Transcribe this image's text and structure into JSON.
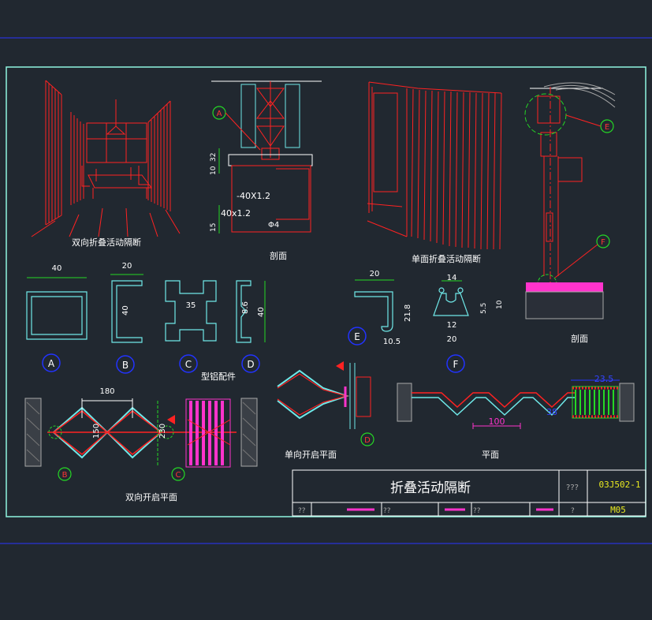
{
  "captions": {
    "double_fold": "双向折叠活动隔断",
    "section_top": "剖面",
    "single_face": "单面折叠活动隔断",
    "section_right": "剖面",
    "profiles": "型铝配件",
    "double_open_plan": "双向开启平面",
    "single_open_plan": "单向开启平面",
    "plan": "平面"
  },
  "markers": {
    "A": "A",
    "B": "B",
    "C": "C",
    "D": "D",
    "E": "E",
    "F": "F"
  },
  "dims": {
    "d40a": "40",
    "d20b": "20",
    "d40b": "40",
    "d35": "35",
    "d86": "8.6",
    "d40d": "40",
    "d20e": "20",
    "d218": "21.8",
    "d105": "10.5",
    "d14": "14",
    "d55": "5.5",
    "d10": "10",
    "d12": "12",
    "d20f": "20",
    "d180": "180",
    "d150": "150",
    "d230": "230",
    "d32": "32",
    "d10s": "10",
    "d15": "15",
    "m40x12a": "-40X1.2",
    "m40x12b": "40x1.2",
    "m4": "Φ4",
    "d100": "100",
    "d235": "23.5",
    "d38": "38"
  },
  "title_block": {
    "title": "折叠活动隔断",
    "atlas_label": "???",
    "atlas_no": "03J502-1",
    "q1": "??",
    "q2": "??",
    "q3": "??",
    "q4": "?",
    "page": "M05"
  },
  "colors": {
    "background": "#212830",
    "frame": "#8ff5e0",
    "red": "#ff2222",
    "green": "#25d825",
    "cyan": "#6fe8e8",
    "blue": "#2233ff",
    "magenta": "#ff33cc",
    "yellow": "#e8e820",
    "grey": "#a8a8a8"
  }
}
